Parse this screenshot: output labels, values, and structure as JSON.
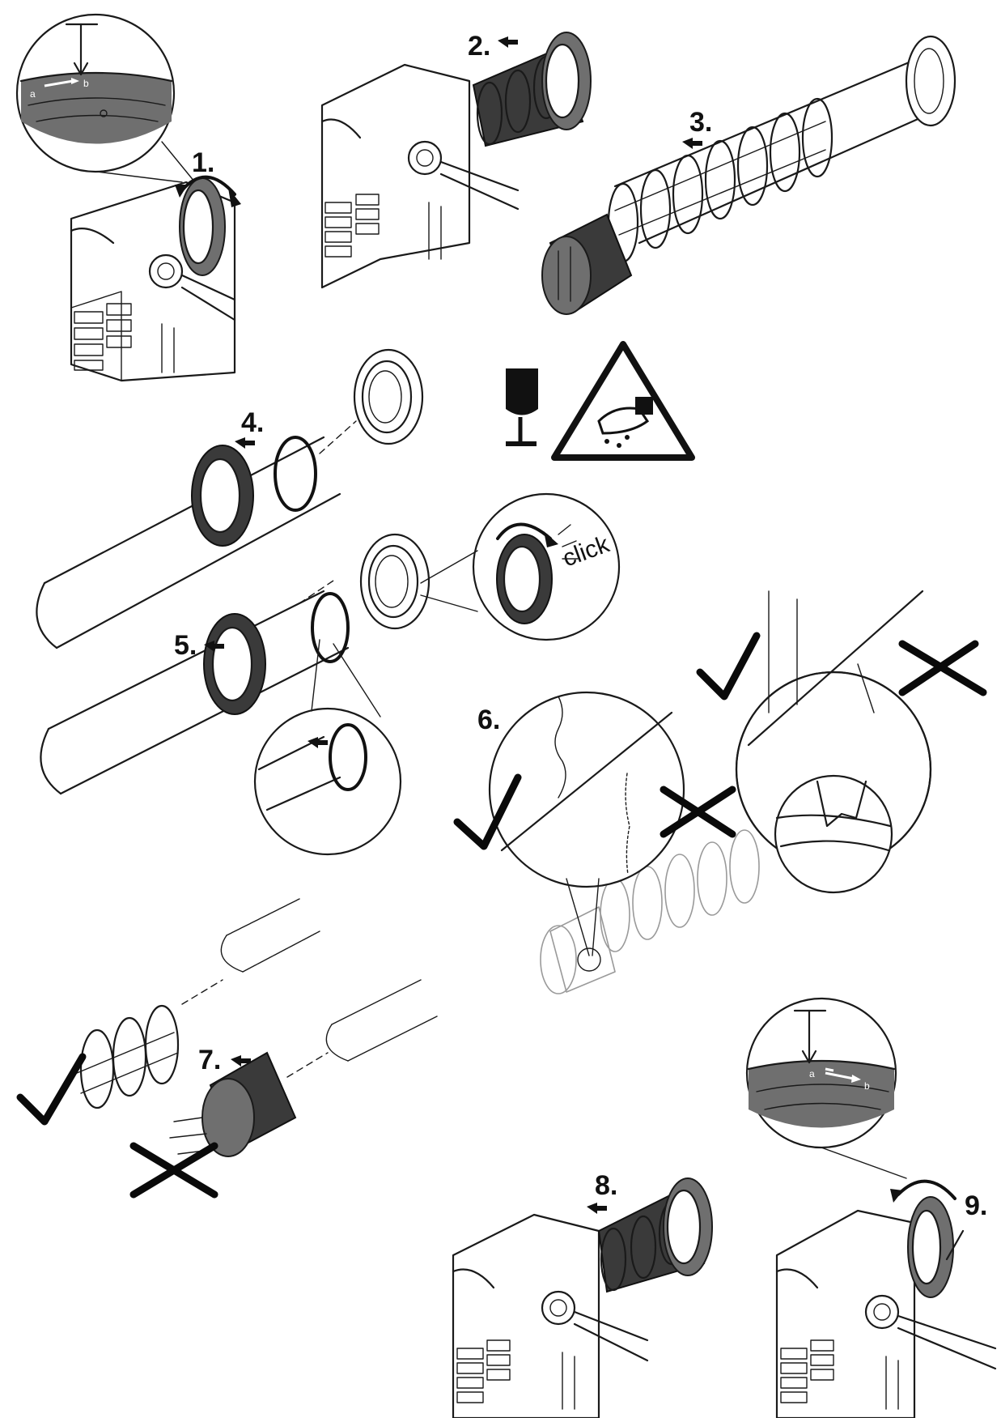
{
  "steps": [
    {
      "label": "1."
    },
    {
      "label": "2."
    },
    {
      "label": "3."
    },
    {
      "label": "4."
    },
    {
      "label": "5."
    },
    {
      "label": "6."
    },
    {
      "label": "7."
    },
    {
      "label": "8."
    },
    {
      "label": "9."
    }
  ],
  "callouts": {
    "click": "click",
    "lock_a": "a",
    "lock_b": "b"
  },
  "symbols": {
    "fragile": "fragile-glass-icon",
    "cut_warning": "cut-hazard-warning-icon",
    "correct": "checkmark-icon",
    "incorrect": "cross-icon"
  },
  "colors": {
    "line": "#1a1a1a",
    "shade": "#6f6f6f",
    "ghost": "#9a9a9a"
  }
}
